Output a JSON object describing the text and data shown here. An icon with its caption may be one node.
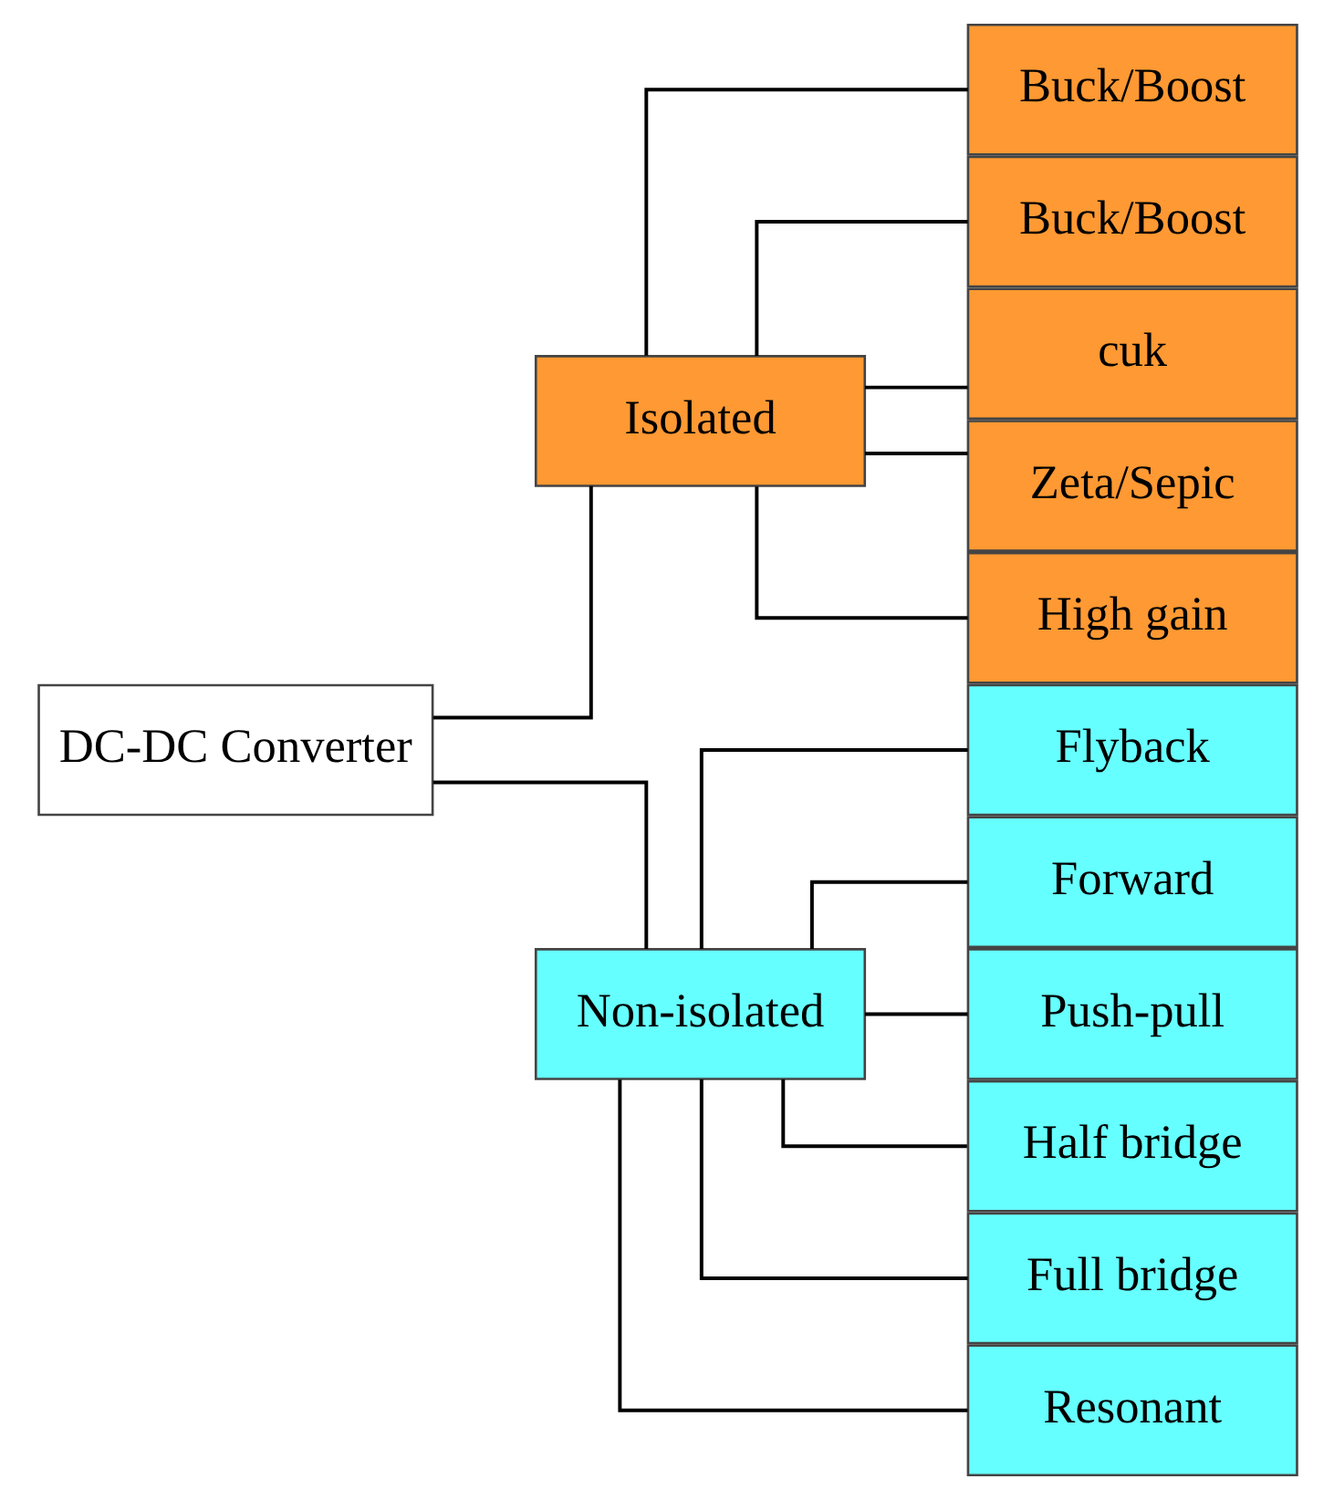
{
  "diagram": {
    "nodes": [
      {
        "text": [
          "DC-DC Converter"
        ]
      },
      {
        "text": [
          "Isolated"
        ]
      },
      {
        "text": [
          "Non-isolated"
        ]
      },
      {
        "text": [
          "Buck/Boost"
        ]
      },
      {
        "text": [
          "Buck/Boost"
        ]
      },
      {
        "text": [
          "cuk"
        ]
      },
      {
        "text": [
          "Zeta/Sepic"
        ]
      },
      {
        "text": [
          "High gain"
        ]
      },
      {
        "text": [
          "Flyback"
        ]
      },
      {
        "text": [
          "Forward"
        ]
      },
      {
        "text": [
          "Push-pull"
        ]
      },
      {
        "text": [
          "Half bridge"
        ]
      },
      {
        "text": [
          "Full bridge"
        ]
      },
      {
        "text": [
          "Resonant"
        ]
      }
    ],
    "edges": [
      {
        "from": 0,
        "to": 1,
        "arrow": "none"
      },
      {
        "from": 0,
        "to": 2,
        "arrow": "none"
      },
      {
        "from": 1,
        "to": 3,
        "arrow": "none"
      },
      {
        "from": 1,
        "to": 4,
        "arrow": "none"
      },
      {
        "from": 1,
        "to": 5,
        "arrow": "none"
      },
      {
        "from": 1,
        "to": 6,
        "arrow": "none"
      },
      {
        "from": 1,
        "to": 7,
        "arrow": "none"
      },
      {
        "from": 2,
        "to": 8,
        "arrow": "none"
      },
      {
        "from": 2,
        "to": 9,
        "arrow": "none"
      },
      {
        "from": 2,
        "to": 10,
        "arrow": "none"
      },
      {
        "from": 2,
        "to": 11,
        "arrow": "none"
      },
      {
        "from": 2,
        "to": 12,
        "arrow": "none"
      },
      {
        "from": 2,
        "to": 13,
        "arrow": "none"
      }
    ]
  }
}
